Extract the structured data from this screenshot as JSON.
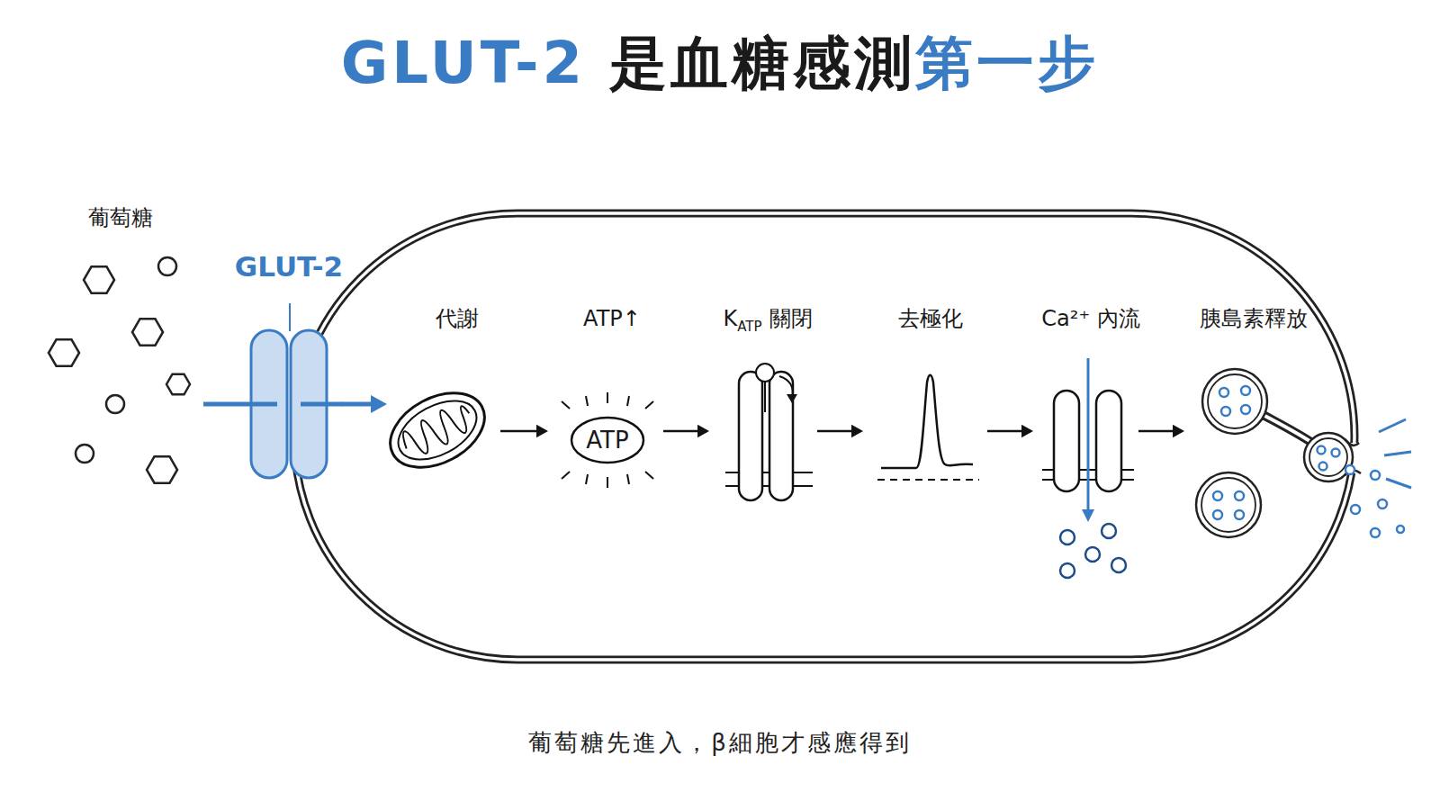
{
  "diagram": {
    "title": "GLUT-2 是血糖感測第一步",
    "caption": "葡萄糖先進入，β細胞才感應得到",
    "nodes": [
      {
        "text": [
          "GLUT-2"
        ]
      },
      {
        "text": [
          "代謝"
        ]
      },
      {
        "text": [
          "ATP↑",
          "ATP"
        ]
      },
      {
        "text": [
          "K",
          "ATP",
          "關閉"
        ]
      },
      {
        "text": [
          "去極化"
        ]
      },
      {
        "text": [
          "Ca²⁺ 內流"
        ]
      },
      {
        "text": [
          "胰島素釋放"
        ]
      }
    ],
    "edges": [
      {
        "from": 0,
        "to": 1,
        "arrow": "to"
      },
      {
        "from": 1,
        "to": 2,
        "arrow": "to"
      },
      {
        "from": 2,
        "to": 3,
        "arrow": "to"
      },
      {
        "from": 3,
        "to": 4,
        "arrow": "to"
      },
      {
        "from": 4,
        "to": 5,
        "arrow": "to"
      },
      {
        "from": 5,
        "to": 6,
        "arrow": "to"
      }
    ],
    "labels": [
      "葡萄糖"
    ]
  }
}
